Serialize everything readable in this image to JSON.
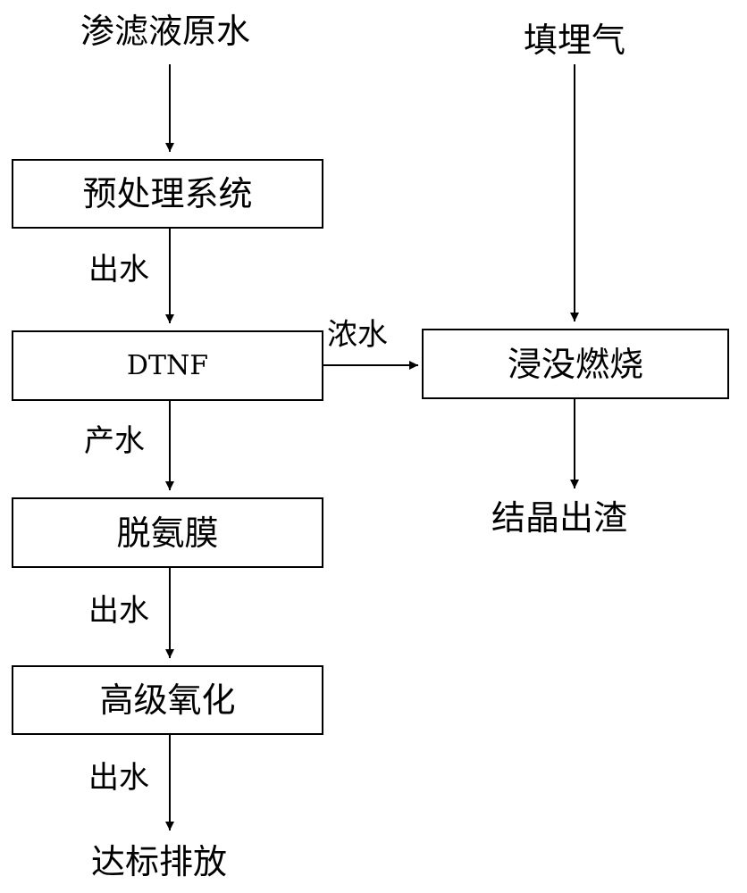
{
  "nodes": {
    "leachate": "渗滤液原水",
    "pretreat": "预处理系统",
    "dtnf": "DTNF",
    "deammonia": "脱氨膜",
    "oxidation": "高级氧化",
    "discharge": "达标排放",
    "landfill_gas": "填埋气",
    "combustion": "浸没燃烧",
    "residue": "结晶出渣"
  },
  "edges": {
    "pretreat_out": "出水",
    "dtnf_product": "产水",
    "deammonia_out": "出水",
    "oxidation_out": "出水",
    "concentrate": "浓水"
  },
  "colors": {
    "line": "#000000",
    "background": "#ffffff"
  }
}
